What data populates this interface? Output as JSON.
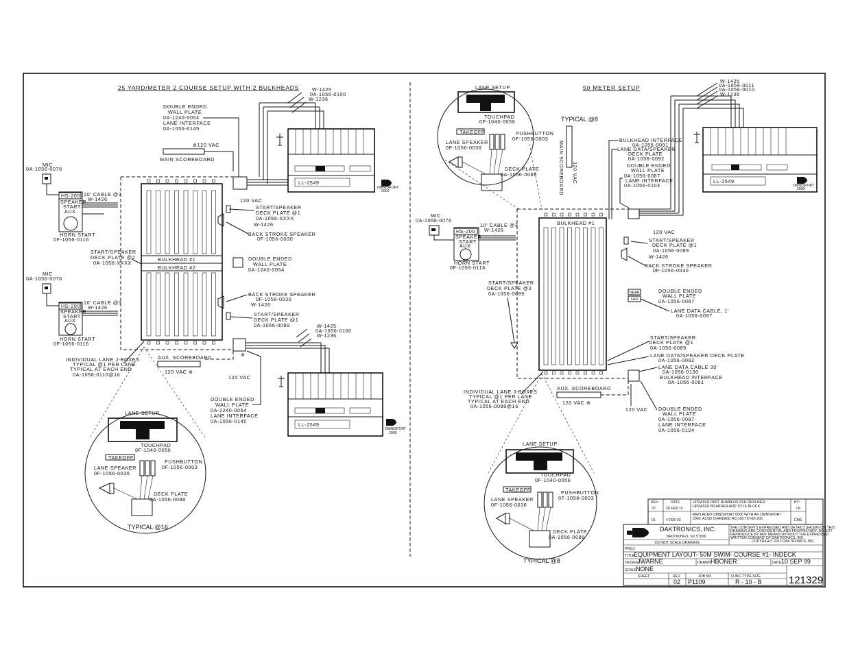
{
  "left": {
    "title": "25 YARD/METER 2 COURSE SETUP WITH 2 BULKHEADS",
    "wire_top": [
      "W-1425",
      "0A-1056-0100",
      "W-1236"
    ],
    "double_ended_top": [
      "DOUBLE ENDED",
      "WALL PLATE",
      "0A-1240-0054",
      "LANE INTERFACE",
      "0A-1056-0145"
    ],
    "vac_top": "⊕120 VAC",
    "main_scoreboard": "MAIN SCOREBOARD",
    "mic1": [
      "MIC",
      "0A-1056-0076"
    ],
    "mic2": [
      "MIC",
      "0A-1056-0076"
    ],
    "hs1": [
      "HS-200",
      "SPEAKER",
      "START",
      "AUX"
    ],
    "hs2": [
      "HS-200",
      "SPEAKER",
      "START",
      "AUX"
    ],
    "cable1": [
      "10' CABLE @3",
      "W-1426"
    ],
    "cable2": [
      "10' CABLE @3",
      "W-1426"
    ],
    "horn1": [
      "HORN START",
      "0F-1056-0116"
    ],
    "horn2": [
      "HORN START",
      "0F-1056-0116"
    ],
    "vac_120a": "120 VAC",
    "start_spk1": [
      "START/SPEAKER",
      "DECK PLATE @1",
      "0A-1056-XXXX"
    ],
    "w1426a": "W-1426",
    "back_stroke1": [
      "BACK STROKE SPEAKER",
      "0F-1056-0030"
    ],
    "start_spk2": [
      "START/SPEAKER",
      "DECK PLATE @2",
      "0A-1056-XXXX"
    ],
    "bulkhead1": "BULKHEAD #1",
    "bulkhead2": "BULKHEAD #2",
    "dbl_wall_mid": [
      "DOUBLE ENDED",
      "WALL PLATE",
      "0A-1240-0054"
    ],
    "back_stroke2": [
      "BACK STROKE SPEAKER",
      "0F-1056-0030"
    ],
    "w1426b": "W-1426",
    "start_spk3": [
      "START/SPEAKER",
      "DECK PLATE @1",
      "0A-1056-0089"
    ],
    "wire_bot": [
      "W-1425",
      "0A-1056-0100",
      "W-1236"
    ],
    "jbox": [
      "INDIVIDUAL LANE J-BOXES",
      "TYPICAL @1 PER LANE",
      "TYPICAL AT EACH END",
      "0A-1056-0110@16"
    ],
    "aux_scoreboard": "AUX. SCOREBOARD",
    "vac_120b": "120 VAC ⊕",
    "vac_120c": "120 VAC",
    "dbl_wall_bot": [
      "DOUBLE ENDED",
      "WALL PLATE",
      "0A-1240-0054",
      "LANE INTERFACE",
      "0A-1056-0145"
    ],
    "console_top": "LL-2549",
    "console_bot": "LL-2549",
    "omnisport": [
      "OMNISPORT",
      "2000"
    ],
    "lane_setup": "LANE SETUP",
    "touchpad": [
      "TOUCHPAD",
      "0F-1040-0056"
    ],
    "takeoff": "TAKEOFF",
    "pushbutton": [
      "PUSHBUTTON",
      "0F-1056-0003"
    ],
    "lane_speaker": [
      "LANE SPEAKER",
      "0F-1056-0036"
    ],
    "deck_plate": [
      "DECK PLATE",
      "0A-1056-0088"
    ],
    "typical": "TYPICAL @16"
  },
  "right": {
    "title": "50 METER SETUP",
    "wire_top": [
      "W-1425",
      "0A-1056-0011",
      "0A-1056-0010",
      "W-1236"
    ],
    "typical_top": "TYPICAL @8",
    "main_scoreboard": "MAIN SCOREBOARD",
    "vac_side": "120 VAC",
    "bulkhead_iface": [
      "BULKHEAD INTERFACE",
      "0A-1056-0091"
    ],
    "lane_data_spk": [
      "LANE DATA/SPEAKER",
      "DECK PLATE",
      "0A-1056-0092"
    ],
    "dbl_wall": [
      "DOUBLE ENDED",
      "WALL PLATE",
      "0A-1056-0087",
      "LANE INTERFACE",
      "0A-1056-0104"
    ],
    "mic": [
      "MIC",
      "0A-1056-0076"
    ],
    "hs": [
      "HS-200",
      "SPEAKER",
      "START",
      "AUX"
    ],
    "cable": [
      "10' CABLE @3",
      "W-1426"
    ],
    "horn": [
      "HORN START",
      "0F-1056-0116"
    ],
    "bulkhead": "BULKHEAD #1",
    "vac_120a": "120 VAC",
    "start_spk1": [
      "START/SPEAKER",
      "DECK PLATE @1",
      "0A-1056-0089"
    ],
    "w1426": "W-1426",
    "back_stroke": [
      "BACK STROKE SPEAKER",
      "0F-1056-0030"
    ],
    "start_spk2": [
      "START/SPEAKER",
      "DECK PLATE @2",
      "0A-1056-0089"
    ],
    "dbl_wall_mid": [
      "DOUBLE ENDED",
      "WALL PLATE",
      "0A-1056-0087"
    ],
    "lane_data_cable": [
      "LANE DATA CABLE, 1'",
      "0A-1056-0097"
    ],
    "start_spk3": [
      "START/SPEAKER",
      "DECK PLATE @1",
      "0A-1056-0089"
    ],
    "lane_data_spk2": [
      "LANE DATA/SPEAKER DECK PLATE",
      "0A-1056-0092"
    ],
    "lane_data_cable2": [
      "LANE DATA CABLE 30'",
      "0A-1056-0130"
    ],
    "bulkhead_iface2": [
      "BULKHEAD INTERFACE",
      "0A-1056-0091"
    ],
    "jbox": [
      "INDIVIDUAL LANE J-BOXES",
      "TYPICAL @1 PER LANE",
      "TYPICAL AT EACH END",
      "0A-1056-0088@16"
    ],
    "aux_scoreboard": "AUX. SCOREBOARD",
    "vac_120b": "120 VAC ⊕",
    "vac_120c": "120 VAC",
    "dbl_wall_bot": [
      "DOUBLE ENDED",
      "WALL PLATE",
      "0A-1056-0087",
      "LANE INTERFACE",
      "0A-1056-0104"
    ],
    "console": "LL-2549",
    "omnisport": [
      "OMNISPORT",
      "2000"
    ],
    "lane_setup_top": "LANE SETUP",
    "touchpad_top": [
      "TOUCHPAD",
      "0F-1040-0056"
    ],
    "takeoff_top": "TAKEOFF",
    "pushbutton_top": [
      "PUSHBUTTON",
      "0F-1056-0003"
    ],
    "lane_speaker_top": [
      "LANE SPEAKER",
      "0F-1056-0036"
    ],
    "deck_plate_top": [
      "DECK PLATE",
      "0A-1056-0088"
    ],
    "lane_setup_bot": "LANE SETUP",
    "touchpad_bot": [
      "TOUCHPAD",
      "0F-1040-0056"
    ],
    "takeoff_bot": "TAKEOFF",
    "pushbutton_bot": [
      "PUSHBUTTON",
      "0F-1056-0003"
    ],
    "lane_speaker_bot": [
      "LANE SPEAKER",
      "0F-1056-0036"
    ],
    "deck_plate_bot": [
      "DECK PLATE",
      "0A-1056-0088"
    ],
    "typical_bot": "TYPICAL @8"
  },
  "title_block": {
    "rev_hdr": "REV",
    "date_hdr": "DATE",
    "by_hdr": "BY:",
    "rev1": "02",
    "date1": "28 FEB 12",
    "desc1": [
      "UPDATED PART NUMBERS PER REDLINES",
      "UPDATED BOARDER AND TITLE BLOCK"
    ],
    "by1": "JJL",
    "rev2": "01",
    "date2": "4 FEB 03",
    "desc2": [
      "REPLACED OMNISPORT 6000 WITH AN OMNISPORT",
      "2000. ALSO CHANGED HS-100 TO HS-200."
    ],
    "by2": "CME",
    "company": "DAKTRONICS, INC.",
    "city": "BROOKINGS, SD 57006",
    "noscale": "DO NOT SCALE DRAWING",
    "legal": [
      "THE CONCEPTS EXPRESSED AND DETAILS SHOWN ON THIS",
      "DRAWING ARE CONFIDENTIAL AND PROPRIETARY. DO NOT",
      "REPRODUCE BY ANY MEANS WITHOUT THE EXPRESSED",
      "WRITTEN CONSENT OF DAKTRONICS, INC.",
      "COPYRIGHT 2012 DAKTRONICS, INC."
    ],
    "proj": "PROJ:",
    "title_lbl": "TITLE:",
    "title": "EQUIPMENT LAYOUT- 50M SWIM- COURSE #1- INDECK",
    "design_lbl": "DESIGN:",
    "design": "JWARNE",
    "drawn_lbl": "DRAWN:",
    "drawn": "HBONER",
    "date_lbl": "DATE:",
    "date": "10 SEP 99",
    "scale_lbl": "SCALE:",
    "scale": "NONE",
    "sheet": "SHEET",
    "rev": "REV",
    "jobno": "JOB NO",
    "func": "FUNC-TYPE-SIZE",
    "rev_v": "02",
    "job_v": "P1109",
    "func_v": "R - 10 - B",
    "drawing_no": "121329"
  }
}
